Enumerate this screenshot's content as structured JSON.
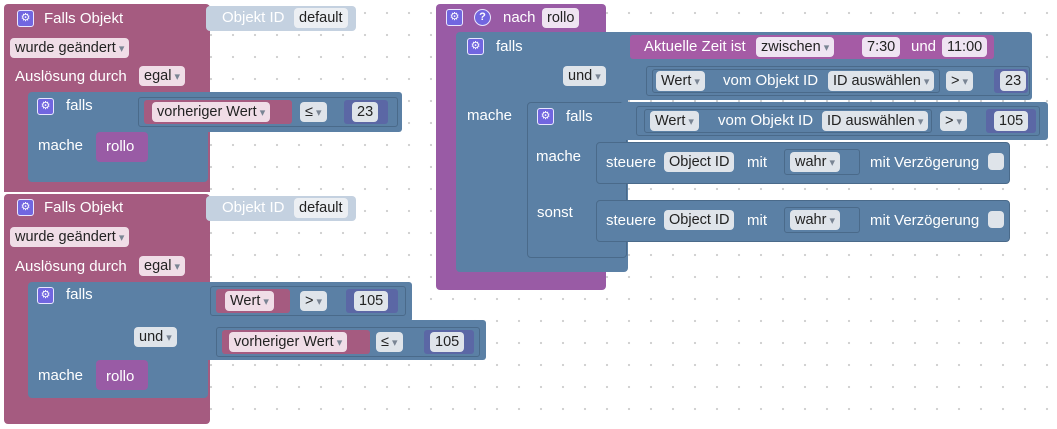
{
  "trigger1": {
    "title": "Falls Objekt",
    "object_label": "Objekt ID",
    "object_value": "default",
    "event": "wurde geändert",
    "trigger_label": "Auslösung durch",
    "trigger_value": "egal",
    "if_label": "falls",
    "do_label": "mache",
    "cond_var": "vorheriger Wert",
    "cond_op": "≤",
    "cond_num": "23",
    "call": "rollo"
  },
  "trigger2": {
    "title": "Falls Objekt",
    "object_label": "Objekt ID",
    "object_value": "default",
    "event": "wurde geändert",
    "trigger_label": "Auslösung durch",
    "trigger_value": "egal",
    "if_label": "falls",
    "do_label": "mache",
    "and_label": "und",
    "cond1_var": "Wert",
    "cond1_op": ">",
    "cond1_num": "105",
    "cond2_var": "vorheriger Wert",
    "cond2_op": "≤",
    "cond2_num": "105",
    "call": "rollo"
  },
  "function": {
    "to_label": "nach",
    "name": "rollo",
    "if_label": "falls",
    "do_label": "mache",
    "and_label": "und",
    "time_label": "Aktuelle Zeit ist",
    "time_mode": "zwischen",
    "time_from": "7:30",
    "time_and": "und",
    "time_to": "11:00",
    "value_label": "Wert",
    "of_object_label": "vom Objekt ID",
    "select_id": "ID auswählen",
    "cmp1_op": ">",
    "cmp1_num": "23",
    "inner": {
      "if_label": "falls",
      "do_label": "mache",
      "else_label": "sonst",
      "value_label": "Wert",
      "of_object_label": "vom Objekt ID",
      "select_id": "ID auswählen",
      "op": ">",
      "num": "105",
      "control_label": "steuere",
      "object_id": "Object ID",
      "with_label": "mit",
      "value": "wahr",
      "delay_label": "mit Verzögerung"
    }
  },
  "colors": {
    "trigger": "#a55b80",
    "control": "#5b80a5",
    "function": "#995ba5",
    "object_field": "#c4d1e0",
    "number": "#5b67a5"
  }
}
